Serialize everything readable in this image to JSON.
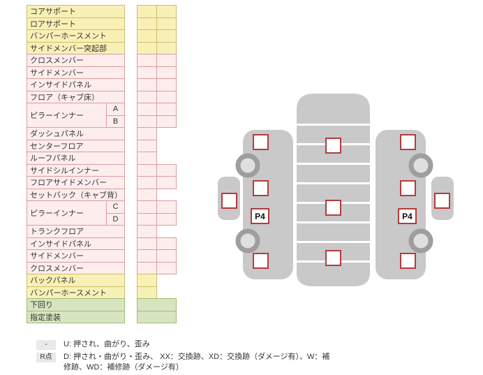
{
  "table": {
    "rows": [
      {
        "label": "コアサポート",
        "color": "yellow",
        "cells": 2
      },
      {
        "label": "ロアサポート",
        "color": "yellow",
        "cells": 2
      },
      {
        "label": "バンパーホースメント",
        "color": "yellow",
        "cells": 2
      },
      {
        "label": "サイドメンバー突起部",
        "color": "yellow",
        "cells": 2
      },
      {
        "label": "クロスメンバー",
        "color": "pink",
        "cells": 2
      },
      {
        "label": "サイドメンバー",
        "color": "pink",
        "cells": 2
      },
      {
        "label": "インサイドパネル",
        "color": "pink",
        "cells": 2
      },
      {
        "label": "フロア（キャブ床）",
        "color": "pink",
        "cells": 2
      },
      {
        "label": "ピラーインナー",
        "color": "pink",
        "subs": [
          {
            "label": "A",
            "cells": 2
          },
          {
            "label": "B",
            "cells": 2
          }
        ]
      },
      {
        "label": "ダッシュパネル",
        "color": "pink",
        "cells": 1
      },
      {
        "label": "センターフロア",
        "color": "pink",
        "cells": 1
      },
      {
        "label": "ルーフパネル",
        "color": "pink",
        "cells": 1
      },
      {
        "label": "サイドシルインナー",
        "color": "pink",
        "cells": 2
      },
      {
        "label": "フロアサイドメンバー",
        "color": "pink",
        "cells": 2
      },
      {
        "label": "セットバック（キャブ背）",
        "color": "pink",
        "cells": 1
      },
      {
        "label": "ピラーインナー",
        "color": "pink",
        "subs": [
          {
            "label": "C",
            "cells": 2
          },
          {
            "label": "D",
            "cells": 2
          }
        ]
      },
      {
        "label": "トランクフロア",
        "color": "pink",
        "cells": 1
      },
      {
        "label": "インサイドパネル",
        "color": "pink",
        "cells": 2
      },
      {
        "label": "サイドメンバー",
        "color": "pink",
        "cells": 2
      },
      {
        "label": "クロスメンバー",
        "color": "pink",
        "cells": 2
      },
      {
        "label": "バックパネル",
        "color": "yellow",
        "cells": 1
      },
      {
        "label": "バンパーホースメント",
        "color": "yellow",
        "cells": 1
      },
      {
        "label": "下回り",
        "color": "green",
        "cells": 1,
        "wide": true
      },
      {
        "label": "指定塗装",
        "color": "green",
        "cells": 1,
        "wide": true
      }
    ]
  },
  "diagram": {
    "p4_label": "P4"
  },
  "legend": {
    "items": [
      {
        "key": "-",
        "text": "U: 押され、曲がり、歪み"
      },
      {
        "key": "R点",
        "text": "D: 押され・曲がり・歪み、 XX：交換跡、XD：交換跡（ダメージ有）、W：補修跡、WD：補修跡（ダメージ有）"
      }
    ]
  },
  "colors": {
    "yellow_bg": "#F9F0B6",
    "yellow_border": "#CDBD6E",
    "pink_bg": "#FDEDED",
    "pink_border": "#DB9D9D",
    "green_bg": "#D7E4C0",
    "green_border": "#9FBC73",
    "marker_border": "#B23B3B",
    "body_gray": "#C9C9C9",
    "wheel_gray": "#9E9E9E",
    "legend_key_bg": "#E9E9E9",
    "text": "#333333"
  }
}
